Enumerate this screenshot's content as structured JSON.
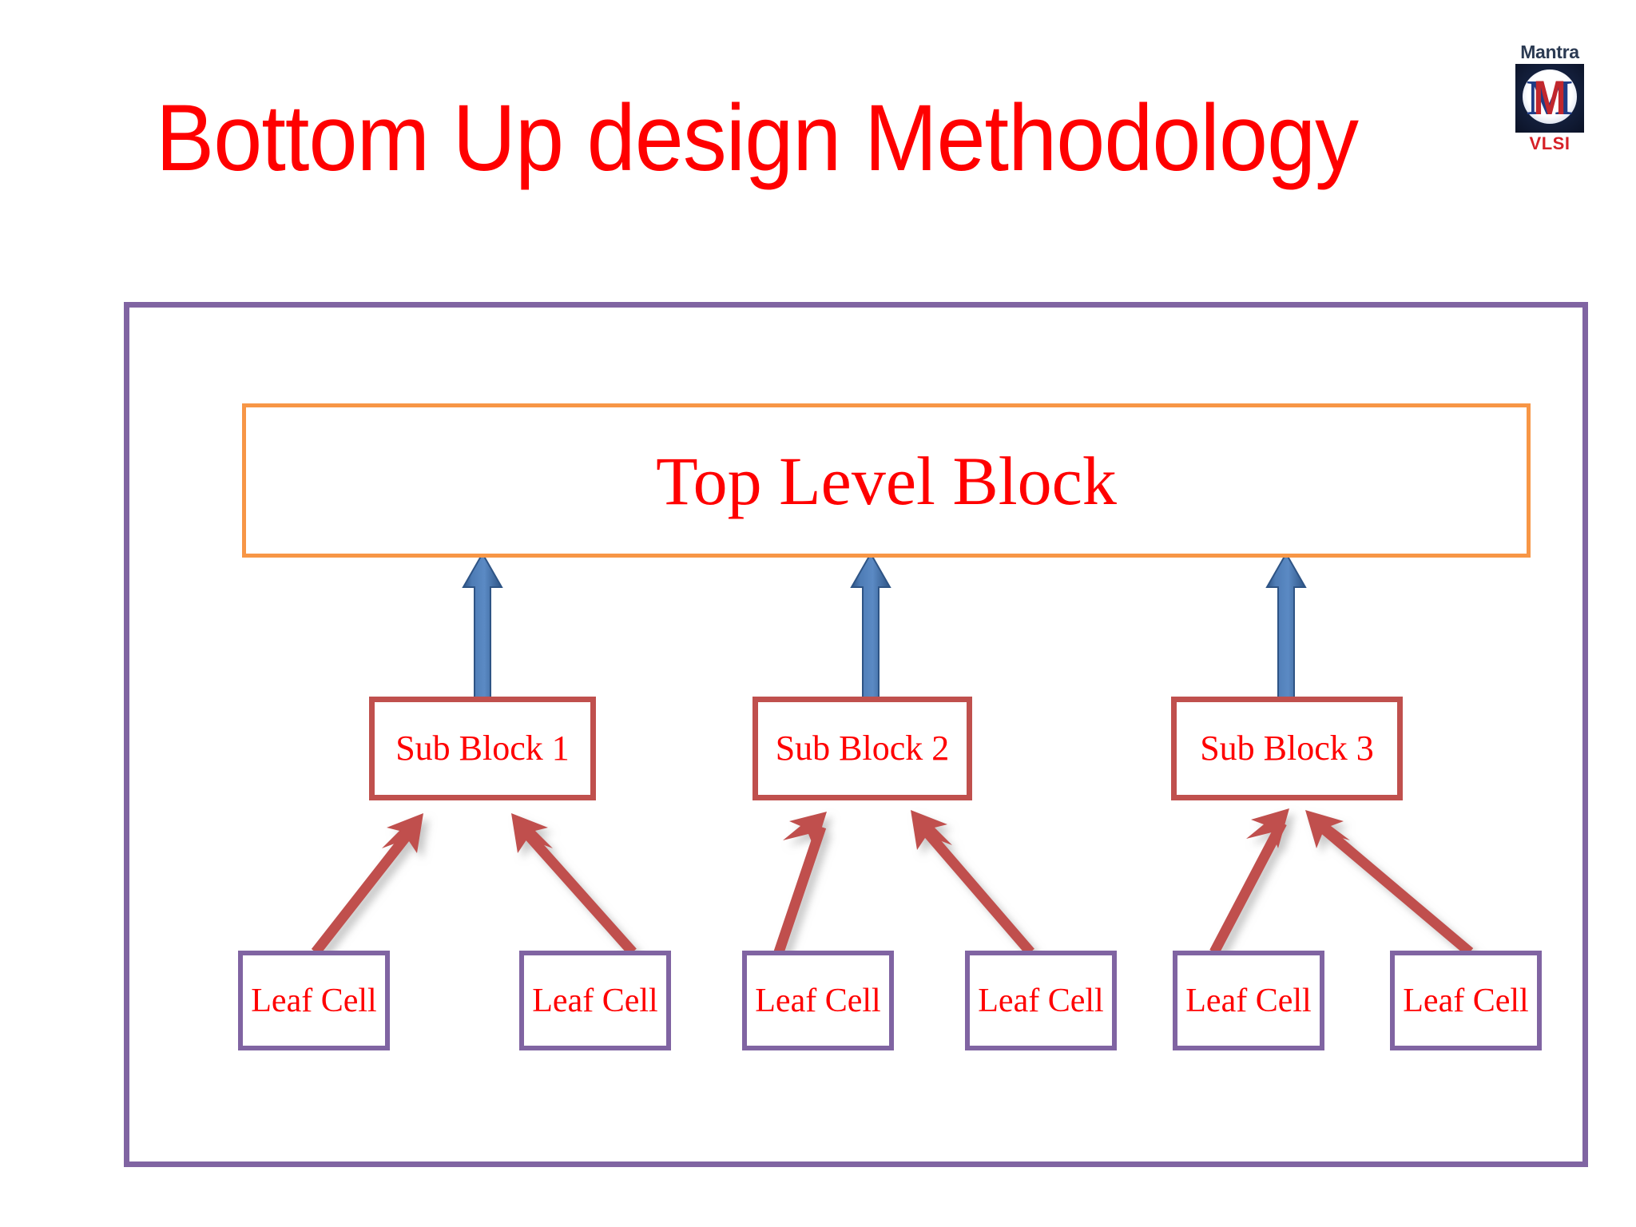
{
  "slide": {
    "title": "Bottom Up design Methodology",
    "background": "#ffffff",
    "title_color": "#FF0000"
  },
  "logo": {
    "wordmark": "Mantra",
    "monogram": "M",
    "subtitle": "VLSI",
    "mark_bg": "#101c38",
    "mark_red": "#c1272d",
    "mark_blue": "#1f3c86"
  },
  "diagram": {
    "frame_border_color": "#8064A2",
    "top_block": {
      "label": "Top Level Block",
      "border_color": "#F79646",
      "text_color": "#FF0000"
    },
    "sub_blocks": [
      {
        "label": "Sub Block 1",
        "border_color": "#C0504D",
        "text_color": "#FF0000"
      },
      {
        "label": "Sub Block 2",
        "border_color": "#C0504D",
        "text_color": "#FF0000"
      },
      {
        "label": "Sub Block 3",
        "border_color": "#C0504D",
        "text_color": "#FF0000"
      }
    ],
    "leaf_cells": [
      {
        "label": "Leaf Cell",
        "border_color": "#8064A2",
        "text_color": "#FF0000"
      },
      {
        "label": "Leaf Cell",
        "border_color": "#8064A2",
        "text_color": "#FF0000"
      },
      {
        "label": "Leaf Cell",
        "border_color": "#8064A2",
        "text_color": "#FF0000"
      },
      {
        "label": "Leaf Cell",
        "border_color": "#8064A2",
        "text_color": "#FF0000"
      },
      {
        "label": "Leaf Cell",
        "border_color": "#8064A2",
        "text_color": "#FF0000"
      },
      {
        "label": "Leaf Cell",
        "border_color": "#8064A2",
        "text_color": "#FF0000"
      }
    ],
    "connectors": {
      "sub_to_top_color": "#4472A8",
      "leaf_to_sub_color": "#C0504D",
      "sub_to_top_count": 3,
      "leaf_to_sub_count": 6
    }
  }
}
